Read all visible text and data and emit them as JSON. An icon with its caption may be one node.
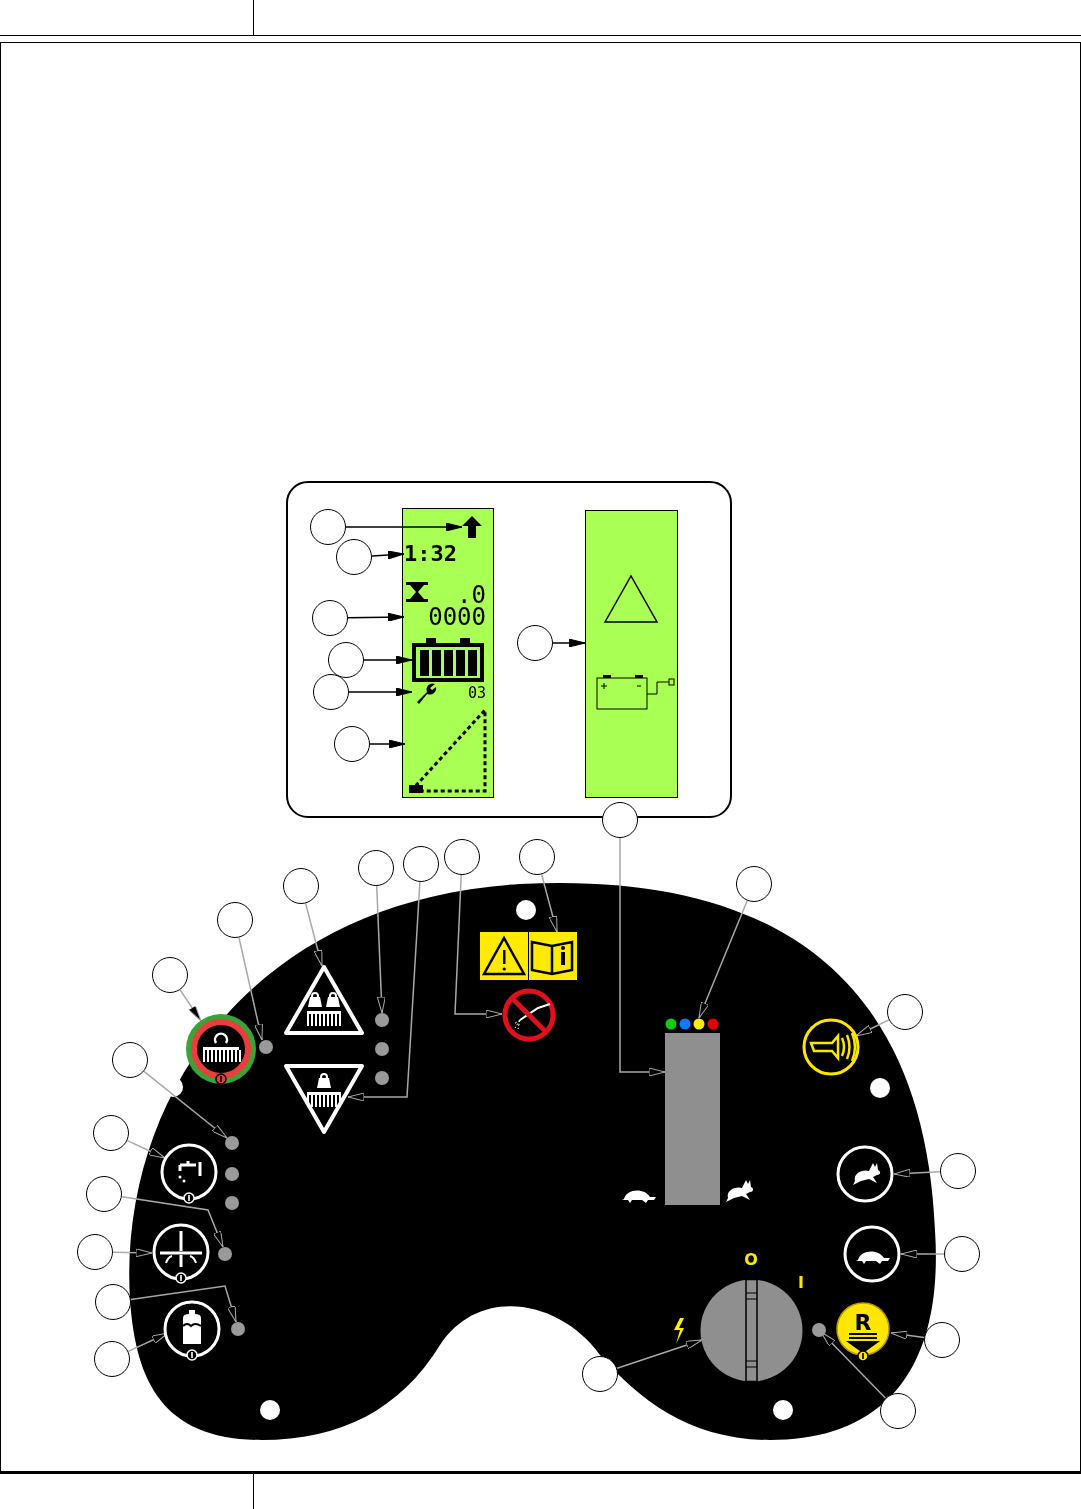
{
  "diagram": {
    "nodes": [
      {
        "text": [],
        "shape": "circle"
      },
      {
        "text": [],
        "shape": "arrow"
      },
      {
        "text": [],
        "shape": "circle"
      },
      {
        "text": [
          "1:32"
        ]
      },
      {
        "text": [],
        "shape": "circle"
      },
      {
        "text": [
          ".0",
          "0000"
        ]
      },
      {
        "text": [],
        "shape": "circle"
      },
      {
        "text": [],
        "shape": "battery"
      },
      {
        "text": [],
        "shape": "circle"
      },
      {
        "text": [
          "03"
        ]
      },
      {
        "text": [],
        "shape": "circle"
      },
      {
        "text": [],
        "shape": "triangle"
      },
      {
        "text": [],
        "shape": "circle"
      },
      {
        "text": [],
        "shape": "box"
      },
      {
        "text": [],
        "shape": "circle"
      },
      {
        "text": [],
        "shape": "bar"
      },
      {
        "text": [],
        "shape": "circle"
      },
      {
        "text": [],
        "shape": "circle"
      },
      {
        "text": [],
        "shape": "circle"
      },
      {
        "text": [],
        "shape": "circle"
      },
      {
        "text": [],
        "shape": "circle"
      },
      {
        "text": [],
        "shape": "triangle"
      },
      {
        "text": [],
        "shape": "circle"
      },
      {
        "text": [],
        "shape": "circle"
      },
      {
        "text": [],
        "shape": "circle"
      },
      {
        "text": [],
        "shape": "triangle"
      },
      {
        "text": [],
        "shape": "circle"
      },
      {
        "text": [],
        "shape": "circle"
      },
      {
        "text": [],
        "shape": "circle"
      },
      {
        "text": [],
        "shape": "box"
      },
      {
        "text": [],
        "shape": "circle"
      },
      {
        "text": [],
        "shape": "circle"
      },
      {
        "text": [],
        "shape": "circle"
      },
      {
        "text": [],
        "shape": "circle"
      },
      {
        "text": [],
        "shape": "circle"
      },
      {
        "text": [],
        "shape": "circle"
      },
      {
        "text": [],
        "shape": "circle"
      },
      {
        "text": [],
        "shape": "circle"
      },
      {
        "text": [],
        "shape": "circle"
      },
      {
        "text": [],
        "shape": "circle"
      },
      {
        "text": [],
        "shape": "circle"
      },
      {
        "text": [],
        "shape": "circle"
      },
      {
        "text": [],
        "shape": "circle"
      },
      {
        "text": [],
        "shape": "circle"
      },
      {
        "text": [],
        "shape": "circle"
      },
      {
        "text": [],
        "shape": "circle"
      },
      {
        "text": [],
        "shape": "circle"
      },
      {
        "text": [],
        "shape": "circle"
      },
      {
        "text": [],
        "shape": "circle"
      },
      {
        "text": [],
        "shape": "circle"
      },
      {
        "text": [],
        "shape": "circle"
      },
      {
        "text": [
          "R"
        ]
      },
      {
        "text": [],
        "shape": "circle"
      },
      {
        "text": [],
        "shape": "circle"
      },
      {
        "text": [],
        "shape": "circle"
      },
      {
        "text": [],
        "shape": "circle"
      }
    ],
    "edges": [
      {
        "from": 0,
        "to": 1,
        "arrow": "to",
        "color": "#000000"
      },
      {
        "from": 2,
        "to": 3,
        "arrow": "to",
        "color": "#000000"
      },
      {
        "from": 4,
        "to": 5,
        "arrow": "to",
        "color": "#000000"
      },
      {
        "from": 6,
        "to": 7,
        "arrow": "to",
        "color": "#000000"
      },
      {
        "from": 8,
        "to": 9,
        "arrow": "to",
        "color": "#000000"
      },
      {
        "from": 10,
        "to": 11,
        "arrow": "to",
        "color": "#000000"
      },
      {
        "from": 12,
        "to": 13,
        "arrow": "to",
        "color": "#000000"
      },
      {
        "from": 14,
        "to": 15,
        "arrow": "to"
      },
      {
        "from": 16,
        "to": 17,
        "arrow": "to"
      },
      {
        "from": 18,
        "to": 19,
        "arrow": "to"
      },
      {
        "from": 20,
        "to": 21,
        "arrow": "to"
      },
      {
        "from": 22,
        "to": 23,
        "arrow": "to"
      },
      {
        "from": 24,
        "to": 25,
        "arrow": "to"
      },
      {
        "from": 26,
        "to": 27,
        "arrow": "to"
      },
      {
        "from": 28,
        "to": 29,
        "arrow": "to"
      },
      {
        "from": 30,
        "to": 31,
        "arrow": "to"
      },
      {
        "from": 32,
        "to": 33,
        "arrow": "to"
      },
      {
        "from": 34,
        "to": 35,
        "arrow": "to"
      },
      {
        "from": 36,
        "to": 37,
        "arrow": "to"
      },
      {
        "from": 38,
        "to": 39,
        "arrow": "to"
      },
      {
        "from": 40,
        "to": 41,
        "arrow": "to"
      },
      {
        "from": 42,
        "to": 43,
        "arrow": "to"
      },
      {
        "from": 44,
        "to": 45,
        "arrow": "to"
      },
      {
        "from": 46,
        "to": 47,
        "arrow": "to"
      },
      {
        "from": 48,
        "to": 49,
        "arrow": "to"
      },
      {
        "from": 50,
        "to": 51,
        "arrow": "to"
      },
      {
        "from": 52,
        "to": 53,
        "arrow": "to"
      },
      {
        "from": 54,
        "to": 55,
        "arrow": "to"
      }
    ],
    "labels": [
      "O",
      "I"
    ]
  }
}
